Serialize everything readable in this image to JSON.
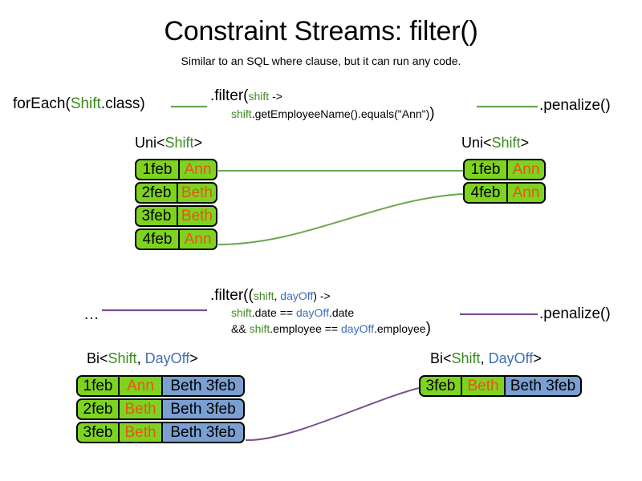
{
  "title": "Constraint Streams: filter()",
  "subtitle": "Similar to an SQL where clause, but it can run any code.",
  "colors": {
    "fact_green": "#7ed321",
    "fact_blue": "#7a9fd1",
    "name_orange": "#e8541a",
    "shift_green": "#3d8b22",
    "dayoff_blue": "#3f6fb5",
    "connector_green": "#6aa84f",
    "connector_purple": "#7b4f8e",
    "border_black": "#000000"
  },
  "pipeline_1": {
    "source_label": {
      "prefix": "forEach(",
      "type": "Shift",
      "suffix": ".class)"
    },
    "filter": {
      "head": ".filter(",
      "lambda_param": "shift",
      "arrow": " ->",
      "body_var": "shift",
      "body_rest": ".getEmployeeName().equals(\"Ann\")",
      "close_paren": ")"
    },
    "sink_label": ".penalize()",
    "input_caption": {
      "prefix": "Uni<",
      "type": "Shift",
      "suffix": ">"
    },
    "output_caption": {
      "prefix": "Uni<",
      "type": "Shift",
      "suffix": ">"
    },
    "input_tuples": [
      {
        "date": "1feb",
        "name": "Ann"
      },
      {
        "date": "2feb",
        "name": "Beth"
      },
      {
        "date": "3feb",
        "name": "Beth"
      },
      {
        "date": "4feb",
        "name": "Ann"
      }
    ],
    "output_tuples": [
      {
        "date": "1feb",
        "name": "Ann"
      },
      {
        "date": "4feb",
        "name": "Ann"
      }
    ]
  },
  "pipeline_2": {
    "source_label": "...",
    "filter": {
      "head": ".filter((",
      "lambda_param_a": "shift",
      "lambda_sep": ", ",
      "lambda_param_b": "dayOff",
      "arrow": ") ->",
      "line2_var_a": "shift",
      "line2_mid": ".date == ",
      "line2_var_b": "dayOff",
      "line2_end": ".date",
      "line3_prefix": "&& ",
      "line3_var_a": "shift",
      "line3_mid": ".employee == ",
      "line3_var_b": "dayOff",
      "line3_end": ".employee",
      "close_paren": ")"
    },
    "sink_label": ".penalize()",
    "input_caption": {
      "prefix": "Bi<",
      "type_a": "Shift",
      "sep": ", ",
      "type_b": "DayOff",
      "suffix": ">"
    },
    "output_caption": {
      "prefix": "Bi<",
      "type_a": "Shift",
      "sep": ", ",
      "type_b": "DayOff",
      "suffix": ">"
    },
    "input_tuples": [
      {
        "date": "1feb",
        "name": "Ann",
        "dayoff": "Beth 3feb"
      },
      {
        "date": "2feb",
        "name": "Beth",
        "dayoff": "Beth 3feb"
      },
      {
        "date": "3feb",
        "name": "Beth",
        "dayoff": "Beth 3feb"
      }
    ],
    "output_tuples": [
      {
        "date": "3feb",
        "name": "Beth",
        "dayoff": "Beth 3feb"
      }
    ]
  }
}
